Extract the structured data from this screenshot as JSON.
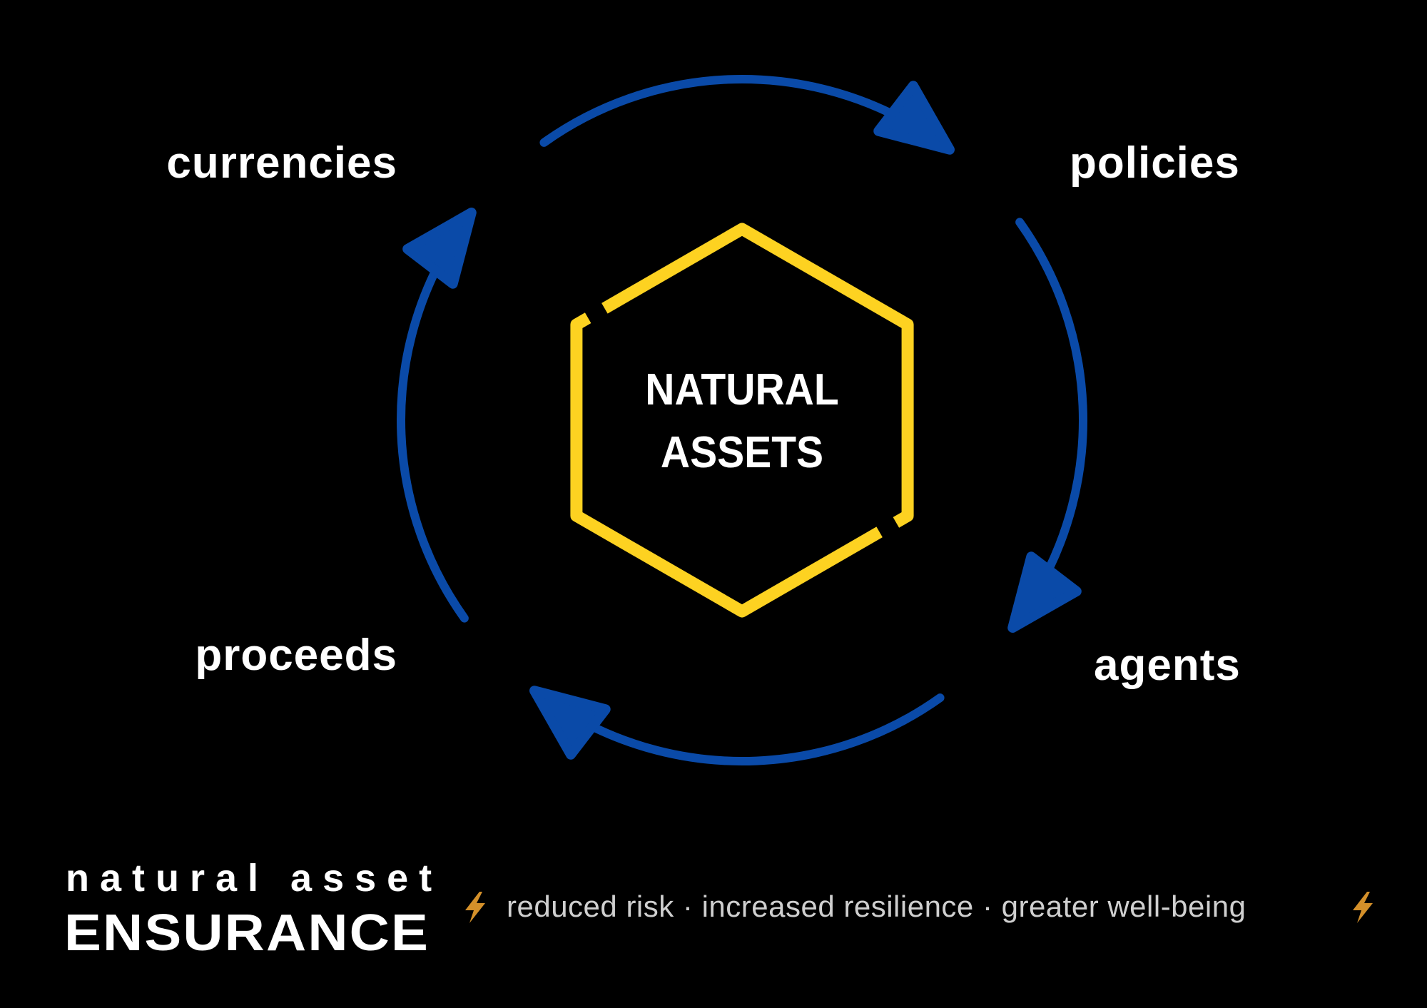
{
  "center": {
    "line1": "NATURAL",
    "line2": "ASSETS"
  },
  "cycle_labels": {
    "top_left": "currencies",
    "top_right": "policies",
    "bottom_right": "agents",
    "bottom_left": "proceeds"
  },
  "footer": {
    "brand_top": "natural asset",
    "brand_main": "ENSURANCE",
    "tagline": "reduced risk · increased resilience · greater well-being",
    "icon": "lightning-bolt-icon"
  },
  "colors": {
    "background": "#000000",
    "arrows": "#0a4aa8",
    "hexagon": "#fdd221",
    "bolt": "#d4902a",
    "text": "#ffffff"
  }
}
